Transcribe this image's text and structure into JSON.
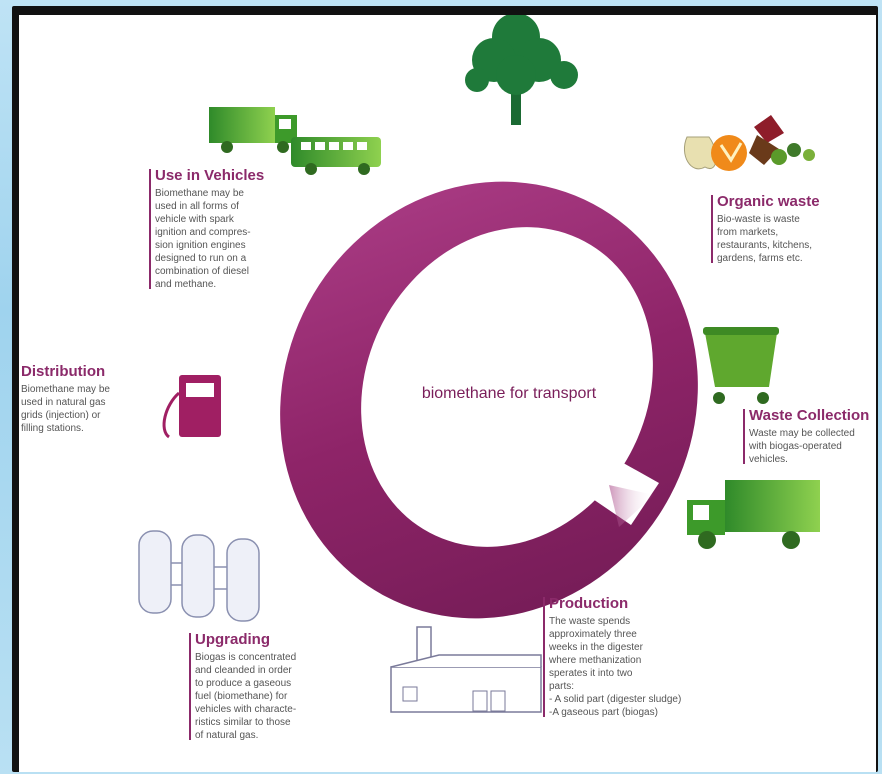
{
  "center": {
    "label": "biomethane for transport"
  },
  "steps": {
    "organic": {
      "title": "Organic waste",
      "lines": [
        "Bio-waste is waste",
        "from markets,",
        "restaurants, kitchens,",
        "gardens, farms etc."
      ]
    },
    "collection": {
      "title": "Waste Collection",
      "lines": [
        "Waste may be collected",
        "with biogas-operated",
        "vehicles."
      ]
    },
    "production": {
      "title": "Production",
      "lines": [
        "The waste spends",
        "approximately three",
        "weeks in the digester",
        "where methanization",
        "sperates it into two",
        "parts:",
        "- A solid part (digester sludge)",
        "-A gaseous part (biogas)"
      ]
    },
    "upgrading": {
      "title": "Upgrading",
      "lines": [
        "Biogas is concentrated",
        "and cleanded in order",
        "to produce a gaseous",
        "fuel (biomethane) for",
        "vehicles with characte-",
        "ristics similar to those",
        "of natural gas."
      ]
    },
    "distribution": {
      "title": "Distribution",
      "lines": [
        "Biomethane may be",
        "used in natural gas",
        "grids (injection) or",
        "filling stations."
      ]
    },
    "vehicles": {
      "title": "Use in Vehicles",
      "lines": [
        "Biomethane may be",
        "used in all forms of",
        "vehicle with spark",
        "ignition and compres-",
        "sion ignition engines",
        "designed to run on a",
        "combination of diesel",
        "and methane."
      ]
    }
  },
  "colors": {
    "accent": "#8b2a6a",
    "ring": "#9c2f76",
    "green": "#4fa328",
    "dark_green": "#2f7d2a",
    "tree": "#1f7a3a",
    "pump": "#a01f63"
  },
  "icons": [
    "tree-icon",
    "organic-waste-icon",
    "waste-bin-icon",
    "garbage-truck-icon",
    "factory-icon",
    "gas-tanks-icon",
    "fuel-pump-icon",
    "truck-icon",
    "bus-icon"
  ]
}
